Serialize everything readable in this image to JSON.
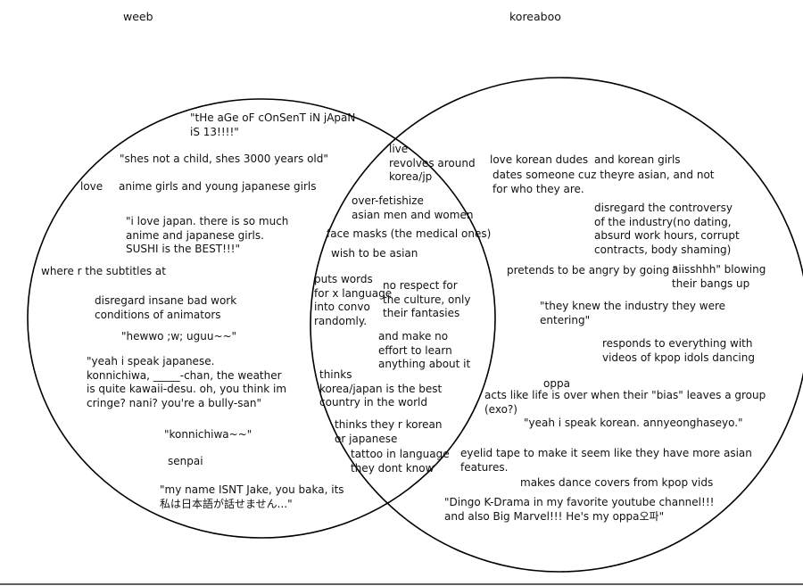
{
  "headings": {
    "left": "weeb",
    "right": "koreaboo"
  },
  "colors": {
    "background": "#ffffff",
    "stroke": "#000000",
    "text": "#111111"
  },
  "left_only": [
    "\"tHe aGe oF cOnSenT iN jApaN\niS 13!!!!\"",
    "\"shes not a child, shes 3000 years old\"",
    "love",
    "anime girls and young japanese girls",
    "\"i love japan. there is so much\nanime and japanese girls.\nSUSHI is the BEST!!!\"",
    "where r the subtitles at",
    "disregard insane bad work\nconditions of animators",
    "\"hewwo ;w; uguu~~\"",
    "\"yeah i speak japanese.\nkonnichiwa, _____-chan, the weather\nis quite kawaii-desu. oh, you think im\ncringe? nani? you're a bully-san\"",
    "\"konnichiwa~~\"",
    "senpai",
    "\"my name ISNT Jake, you baka, its\n私は日本語が話せません...\""
  ],
  "overlap": [
    "live\nrevolves around\nkorea/jp",
    "over-fetishize\nasian men and women",
    "face masks (the medical ones)",
    "wish to be asian",
    "puts words\nfor x language\ninto convo\nrandomly.",
    "no respect for\nthe culture, only\ntheir fantasies",
    "and make no\neffort to learn\nanything about it",
    "thinks\nkorea/japan is the best\ncountry in the world",
    "thinks they r korean\nor japanese",
    "tattoo in language\nthey dont know"
  ],
  "right_only": [
    "love korean dudes",
    "and korean girls",
    "dates someone cuz theyre asian, and not\nfor who they are.",
    "disregard the controversy\nof the industry(no dating,\nabsurd work hours, corrupt\ncontracts, body shaming)",
    "pretends to be angry by going \"",
    "aiisshhh\" blowing\ntheir bangs up",
    "\"they knew the industry they were\nentering\"",
    "responds to everything with\nvideos of kpop idols dancing",
    "oppa",
    "acts like life is over when their \"bias\" leaves a group\n(exo?)",
    "\"yeah i speak korean. annyeonghaseyo.\"",
    "eyelid tape to make it seem like they have more asian\nfeatures.",
    "makes dance covers from kpop vids",
    "\"Dingo K-Drama in my favorite youtube channel!!!\nand also Big Marvel!!! He's my oppa오파\""
  ]
}
